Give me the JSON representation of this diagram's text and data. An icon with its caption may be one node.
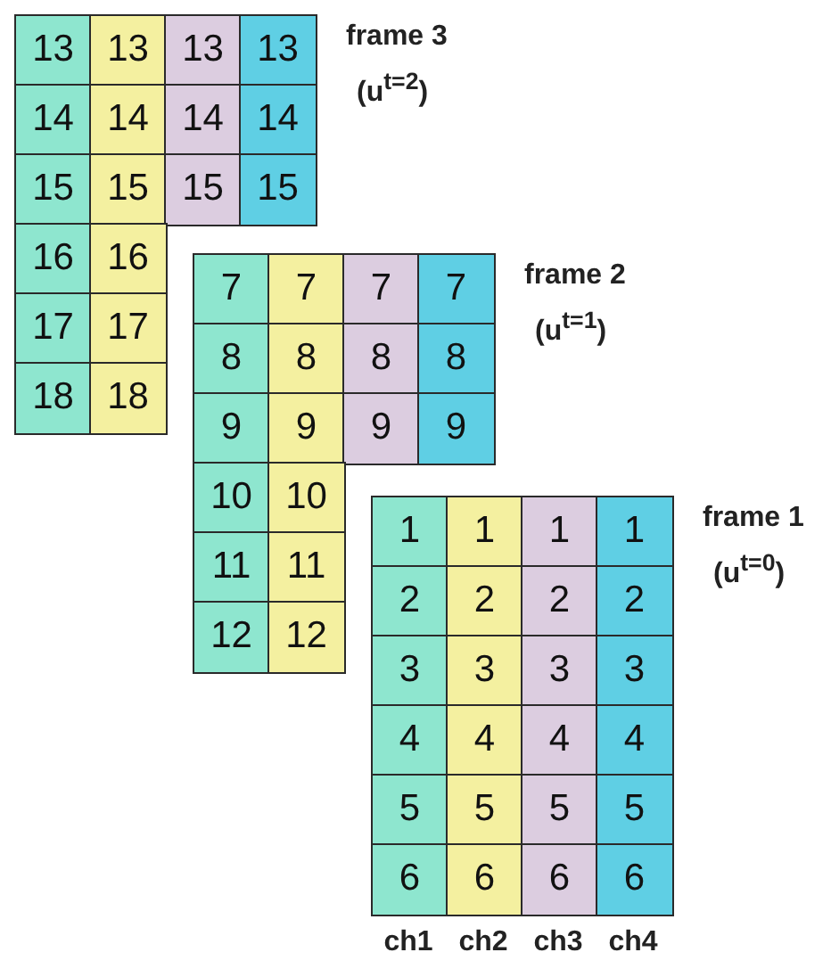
{
  "diagram": {
    "nodes": [
      {
        "text": [
          "frame 3",
          "(u$^{t=2}$)"
        ]
      },
      {
        "text": [
          "13"
        ],
        "in": 0
      },
      {
        "text": [
          "13"
        ],
        "in": 0
      },
      {
        "text": [
          "13"
        ],
        "in": 0
      },
      {
        "text": [
          "13"
        ],
        "in": 0
      },
      {
        "text": [
          "14"
        ],
        "in": 0
      },
      {
        "text": [
          "14"
        ],
        "in": 0
      },
      {
        "text": [
          "14"
        ],
        "in": 0
      },
      {
        "text": [
          "14"
        ],
        "in": 0
      },
      {
        "text": [
          "15"
        ],
        "in": 0
      },
      {
        "text": [
          "15"
        ],
        "in": 0
      },
      {
        "text": [
          "15"
        ],
        "in": 0
      },
      {
        "text": [
          "15"
        ],
        "in": 0
      },
      {
        "text": [
          "16"
        ],
        "in": 0
      },
      {
        "text": [
          "16"
        ],
        "in": 0
      },
      {
        "text": [
          "17"
        ],
        "in": 0
      },
      {
        "text": [
          "17"
        ],
        "in": 0
      },
      {
        "text": [
          "18"
        ],
        "in": 0
      },
      {
        "text": [
          "18"
        ],
        "in": 0
      },
      {
        "text": [
          "frame 2",
          "(u$^{t=1}$)"
        ]
      },
      {
        "text": [
          "7"
        ],
        "in": 19
      },
      {
        "text": [
          "7"
        ],
        "in": 19
      },
      {
        "text": [
          "7"
        ],
        "in": 19
      },
      {
        "text": [
          "7"
        ],
        "in": 19
      },
      {
        "text": [
          "8"
        ],
        "in": 19
      },
      {
        "text": [
          "8"
        ],
        "in": 19
      },
      {
        "text": [
          "8"
        ],
        "in": 19
      },
      {
        "text": [
          "8"
        ],
        "in": 19
      },
      {
        "text": [
          "9"
        ],
        "in": 19
      },
      {
        "text": [
          "9"
        ],
        "in": 19
      },
      {
        "text": [
          "9"
        ],
        "in": 19
      },
      {
        "text": [
          "9"
        ],
        "in": 19
      },
      {
        "text": [
          "10"
        ],
        "in": 19
      },
      {
        "text": [
          "10"
        ],
        "in": 19
      },
      {
        "text": [
          "11"
        ],
        "in": 19
      },
      {
        "text": [
          "11"
        ],
        "in": 19
      },
      {
        "text": [
          "12"
        ],
        "in": 19
      },
      {
        "text": [
          "12"
        ],
        "in": 19
      },
      {
        "text": [
          "frame 1",
          "(u$^{t=0}$)"
        ]
      },
      {
        "text": [
          "1"
        ],
        "in": 38
      },
      {
        "text": [
          "1"
        ],
        "in": 38
      },
      {
        "text": [
          "1"
        ],
        "in": 38
      },
      {
        "text": [
          "1"
        ],
        "in": 38
      },
      {
        "text": [
          "2"
        ],
        "in": 38
      },
      {
        "text": [
          "2"
        ],
        "in": 38
      },
      {
        "text": [
          "2"
        ],
        "in": 38
      },
      {
        "text": [
          "2"
        ],
        "in": 38
      },
      {
        "text": [
          "3"
        ],
        "in": 38
      },
      {
        "text": [
          "3"
        ],
        "in": 38
      },
      {
        "text": [
          "3"
        ],
        "in": 38
      },
      {
        "text": [
          "3"
        ],
        "in": 38
      },
      {
        "text": [
          "4"
        ],
        "in": 38
      },
      {
        "text": [
          "4"
        ],
        "in": 38
      },
      {
        "text": [
          "4"
        ],
        "in": 38
      },
      {
        "text": [
          "4"
        ],
        "in": 38
      },
      {
        "text": [
          "5"
        ],
        "in": 38
      },
      {
        "text": [
          "5"
        ],
        "in": 38
      },
      {
        "text": [
          "5"
        ],
        "in": 38
      },
      {
        "text": [
          "5"
        ],
        "in": 38
      },
      {
        "text": [
          "6"
        ],
        "in": 38
      },
      {
        "text": [
          "6"
        ],
        "in": 38
      },
      {
        "text": [
          "6"
        ],
        "in": 38
      },
      {
        "text": [
          "6"
        ],
        "in": 38
      }
    ],
    "labels": [
      "ch1",
      "ch2",
      "ch3",
      "ch4"
    ]
  }
}
